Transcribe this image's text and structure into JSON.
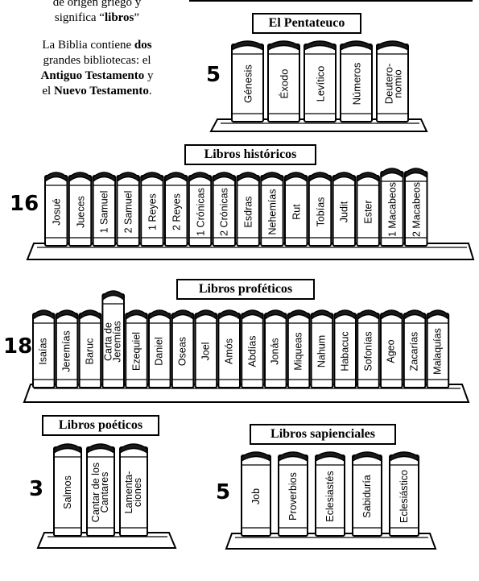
{
  "intro": {
    "line1": "de origen griego y",
    "line2_pre": "significa “",
    "line2_bold": "libros",
    "line2_post": "”",
    "p2_l1_pre": "La Biblia contiene ",
    "p2_l1_bold": "dos",
    "p2_l2": "grandes bibliotecas: el",
    "p2_l3_bold": "Antiguo Testamento",
    "p2_l3_post": " y",
    "p2_l4_pre": "el ",
    "p2_l4_bold": "Nuevo Testamento",
    "p2_l4_post": "."
  },
  "sections": [
    {
      "id": "pentateuco",
      "title": "El Pentateuco",
      "count": "5",
      "books": [
        "Génesis",
        "Éxodo",
        "Levítico",
        "Números",
        "Deutero-\nnomio"
      ]
    },
    {
      "id": "historicos",
      "title": "Libros históricos",
      "count": "16",
      "books": [
        "Josué",
        "Jueces",
        "1 Samuel",
        "2 Samuel",
        "1 Reyes",
        "2 Reyes",
        "1 Crónicas",
        "2 Crónicas",
        "Esdras",
        "Nehemías",
        "Rut",
        "Tobías",
        "Judit",
        "Ester",
        "1 Macabeos",
        "2 Macabeos"
      ]
    },
    {
      "id": "profeticos",
      "title": "Libros proféticos",
      "count": "18",
      "books": [
        "Isaías",
        "Jeremías",
        "Baruc",
        "Carta de\nJeremías",
        "Ezequiel",
        "Daniel",
        "Oseas",
        "Joel",
        "Amós",
        "Abdías",
        "Jonás",
        "Miqueas",
        "Nahum",
        "Habacuc",
        "Sofonías",
        "Ageo",
        "Zacarías",
        "Malaquías"
      ]
    },
    {
      "id": "poeticos",
      "title": "Libros poéticos",
      "count": "3",
      "books": [
        "Salmos",
        "Cantar de los\nCantares",
        "Lamenta-\nciones"
      ]
    },
    {
      "id": "sapienciales",
      "title": "Libros sapienciales",
      "count": "5",
      "books": [
        "Job",
        "Proverbios",
        "Eclesiastés",
        "Sabiduría",
        "Eclesiástico"
      ]
    }
  ]
}
